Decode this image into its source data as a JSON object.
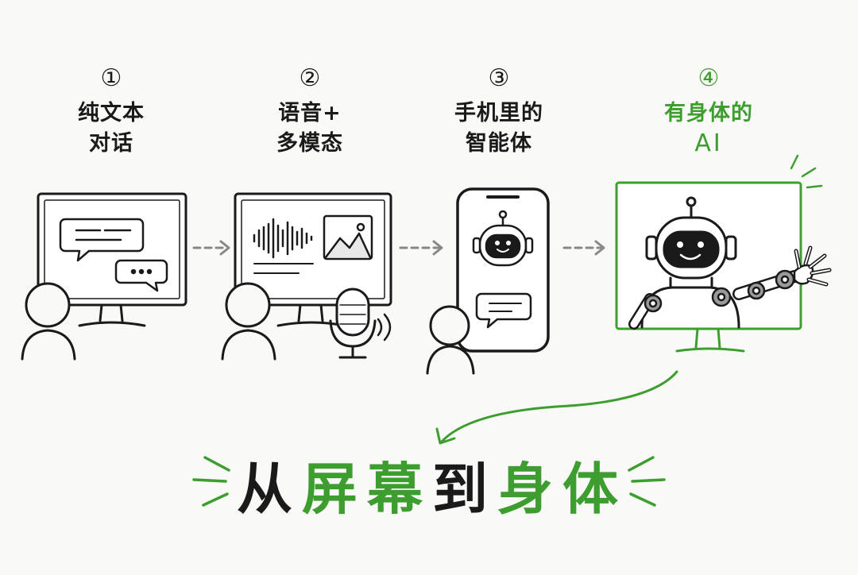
{
  "stages": [
    {
      "number": "①",
      "line1": "纯文本",
      "line2": "对话"
    },
    {
      "number": "②",
      "line1": "语音+",
      "line2": "多模态"
    },
    {
      "number": "③",
      "line1": "手机里的",
      "line2": "智能体"
    },
    {
      "number": "④",
      "line1": "有身体的",
      "line2": "AI"
    }
  ],
  "headline": {
    "chars": [
      "从",
      "屏",
      "幕",
      "到",
      "身",
      "体"
    ],
    "char_colors": [
      "#1a1a1a",
      "#3d9e2f",
      "#3d9e2f",
      "#1a1a1a",
      "#3d9e2f",
      "#3d9e2f"
    ]
  },
  "colors": {
    "ink": "#1a1a1a",
    "accent": "#3d9e2f",
    "arrow": "#888888"
  },
  "icons": {
    "stage1": [
      "monitor-icon",
      "chat-bubble-icon",
      "person-icon"
    ],
    "stage2": [
      "monitor-icon",
      "sound-wave-icon",
      "image-icon",
      "microphone-icon",
      "person-icon"
    ],
    "stage3": [
      "smartphone-icon",
      "robot-head-icon",
      "chat-bubble-icon",
      "person-icon"
    ],
    "stage4": [
      "monitor-icon",
      "robot-icon",
      "robot-arm-icon",
      "curved-arrow-icon"
    ]
  }
}
